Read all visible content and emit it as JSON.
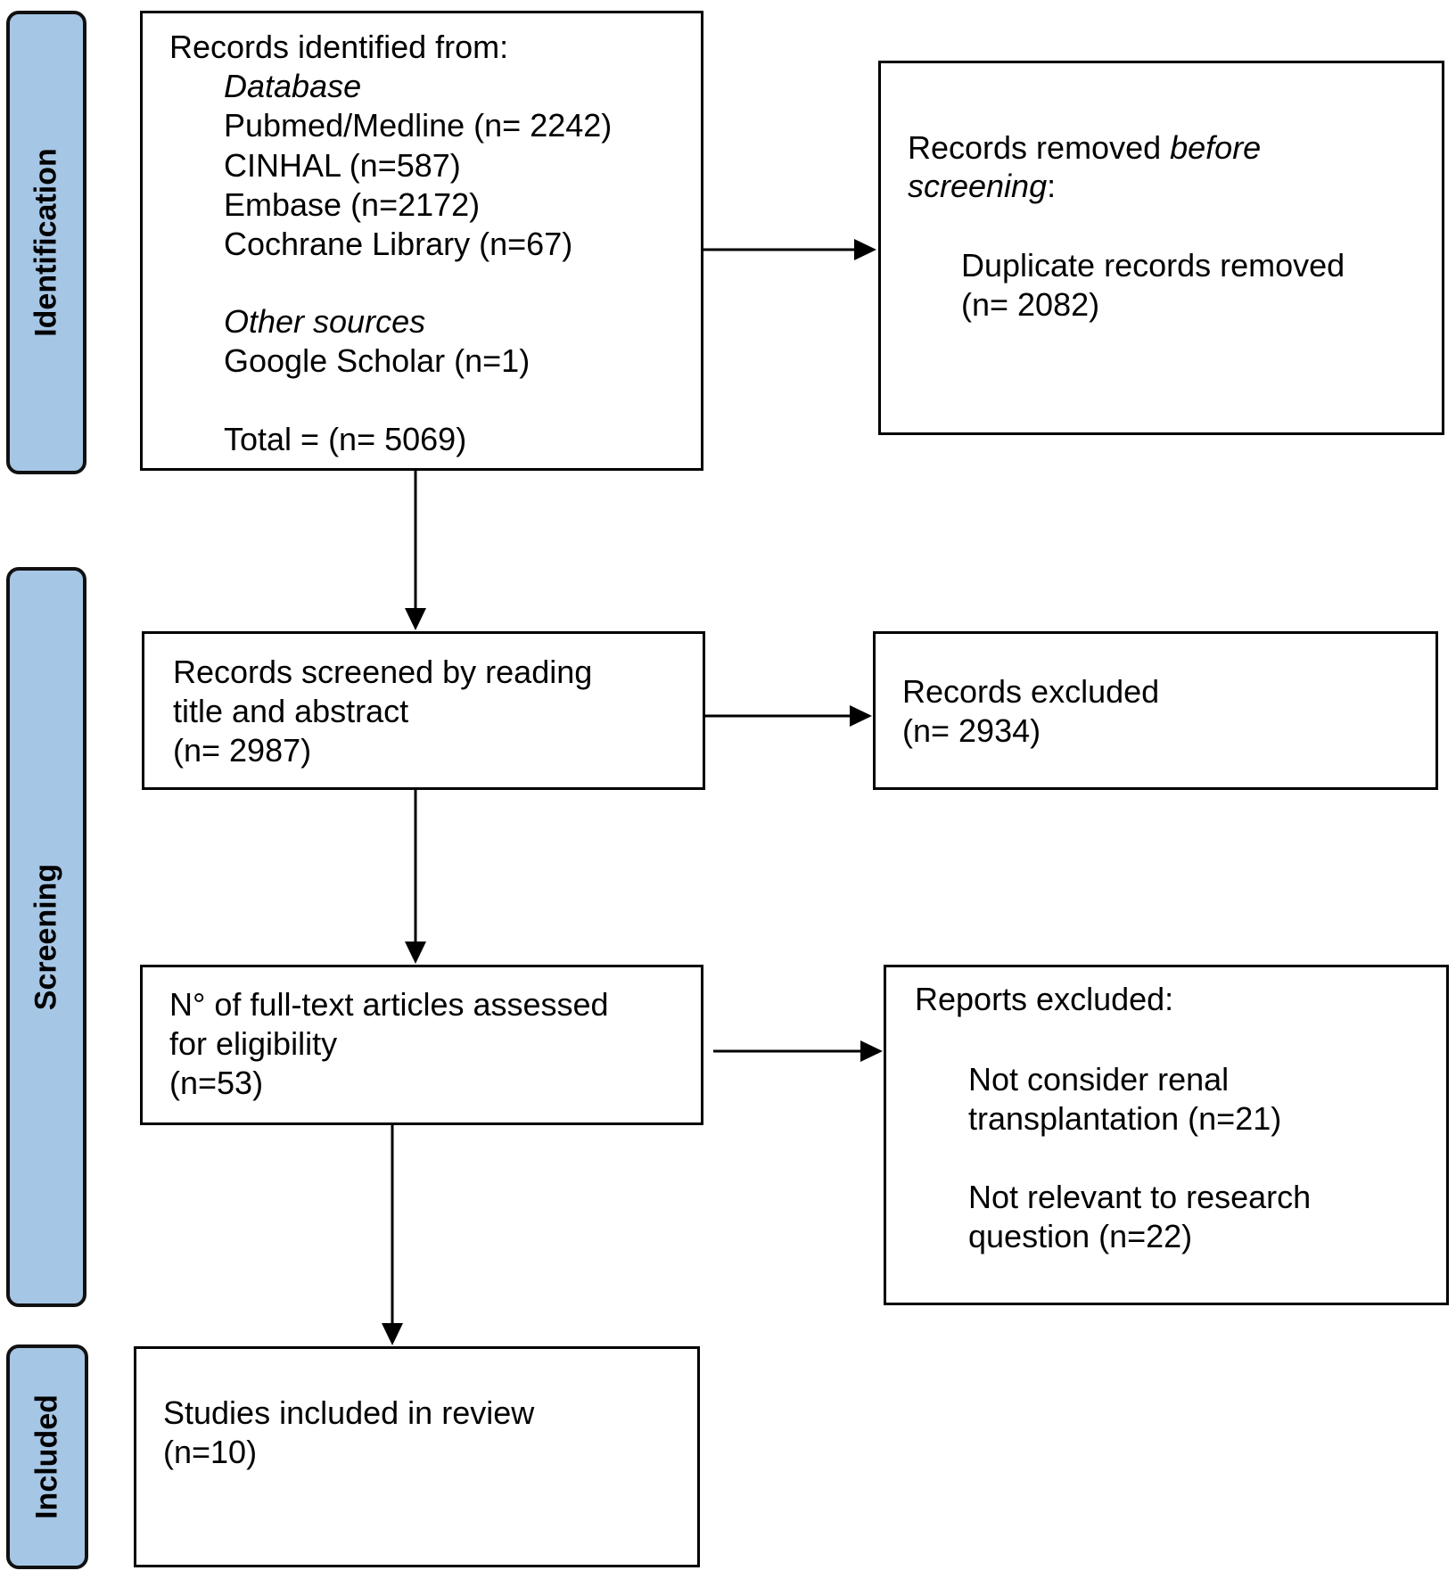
{
  "phases": {
    "identification": "Identification",
    "screening": "Screening",
    "included": "Included"
  },
  "identified": {
    "heading": "Records identified from:",
    "database_label": "Database",
    "pubmed": "Pubmed/Medline (n= 2242)",
    "cinhal": "CINHAL (n=587)",
    "embase": "Embase (n=2172)",
    "cochrane": "Cochrane Library (n=67)",
    "other_label": "Other sources",
    "google": "Google Scholar (n=1)",
    "total": "Total = (n= 5069)"
  },
  "removed": {
    "line1_a": "Records removed ",
    "line1_b": "before",
    "line2_a": "screening",
    "line2_b": ":",
    "detail1": "Duplicate records removed",
    "detail2": "(n= 2082)"
  },
  "screened": {
    "line1": "Records screened by reading",
    "line2": "title and abstract",
    "line3": "(n= 2987)"
  },
  "excluded": {
    "line1": "Records excluded",
    "line2": "(n= 2934)"
  },
  "fulltext": {
    "line1": "N° of full-text articles assessed",
    "line2": "for eligibility",
    "line3": "(n=53)"
  },
  "reports": {
    "heading": "Reports excluded:",
    "r1a": "Not consider renal",
    "r1b": "transplantation (n=21)",
    "r2a": "Not relevant to research",
    "r2b": "question (n=22)"
  },
  "included": {
    "line1": "Studies included in review",
    "line2": "(n=10)"
  }
}
